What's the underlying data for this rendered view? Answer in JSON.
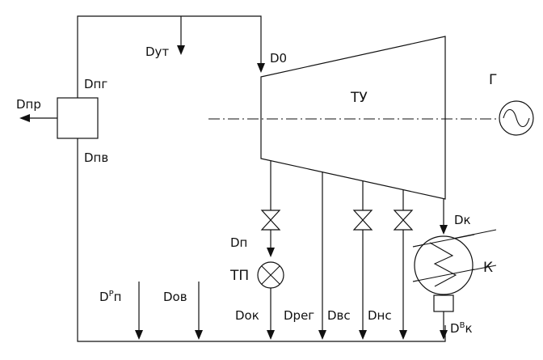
{
  "labels": {
    "d_ut": "Dут",
    "d_0": "D0",
    "d_pg": "Dпг",
    "d_pr": "Dпр",
    "d_pv": "Dпв",
    "tu": "ТУ",
    "g": "Г",
    "d_k": "Dк",
    "d_p": "Dп",
    "tp": "ТП",
    "k": "К",
    "d_rp_base": "D",
    "d_rp_sup": "Р",
    "d_rp_sub": "п",
    "d_ov": "Dов",
    "d_ok": "Dок",
    "d_reg": "Dрег",
    "d_vs": "Dвс",
    "d_ns": "Dнс",
    "d_vk_base": "D",
    "d_vk_sup": "В",
    "d_vk_sub": "к"
  }
}
